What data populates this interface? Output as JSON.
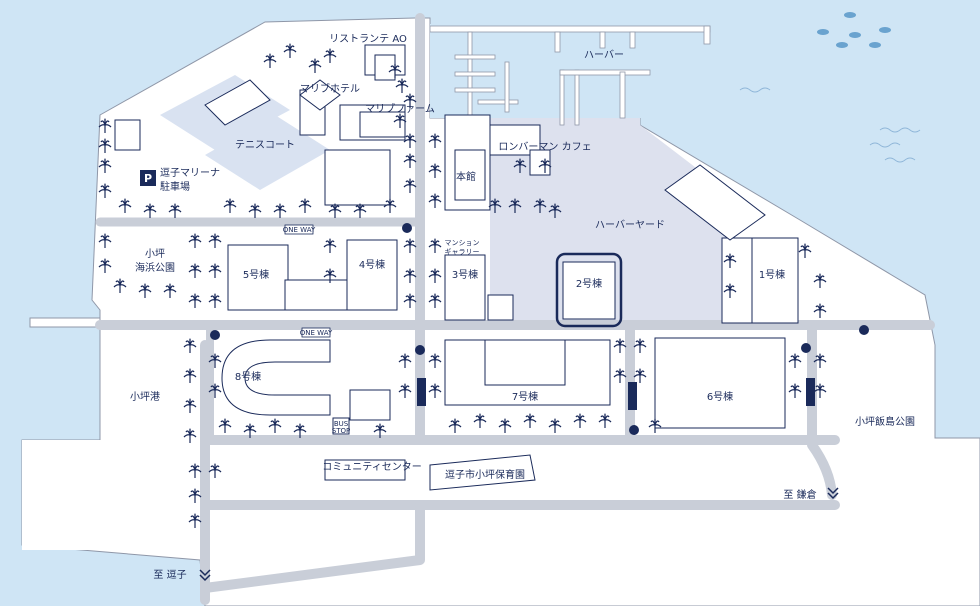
{
  "labels": {
    "harbor": "ハーバー",
    "ristorante": "リストランテ AO",
    "marinahotel": "マリブホテル",
    "malibufarm": "マリブファーム",
    "tennis": "テニスコート",
    "parking_line1": "逗子マリーナ",
    "parking_line2": "駐車場",
    "parking_p": "P",
    "ronbaman": "ロンバーマン カフェ",
    "honkan": "本館",
    "harboryard": "ハーバーヤード",
    "koajiro_park_line1": "小坪",
    "koajiro_park_line2": "海浜公園",
    "gallery_line1": "マンション",
    "gallery_line2": "ギャラリー",
    "b5": "5号棟",
    "b4": "4号棟",
    "b3": "3号棟",
    "b2": "2号棟",
    "b1": "1号棟",
    "b8": "8号棟",
    "b7": "7号棟",
    "b6": "6号棟",
    "koajiro_port": "小坪港",
    "iijima_park": "小坪飯島公園",
    "community": "コミュニティセンター",
    "nursery": "逗子市小坪保育園",
    "to_kamakura": "至 鎌倉",
    "to_zushi": "至 逗子",
    "bus_line1": "BUS",
    "bus_line2": "STOP",
    "one_way": "ONE WAY"
  },
  "colors": {
    "sea": "#cfe5f5",
    "land": "#ffffff",
    "road": "#c9ced8",
    "yard": "#dde1ee",
    "ink": "#1a2a5a",
    "highlight": "#1a2a5a",
    "courts": "#d9e2f1"
  },
  "highlighted_building": "b2"
}
